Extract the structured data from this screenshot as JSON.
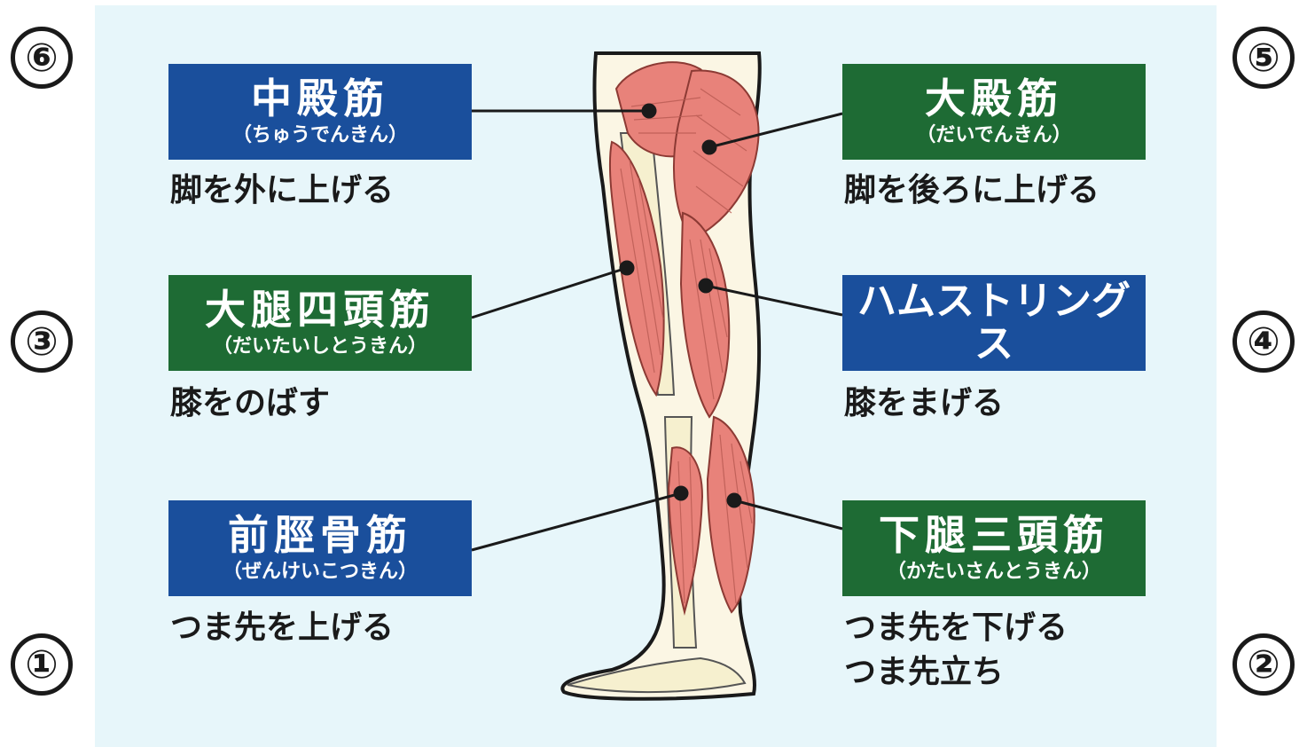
{
  "colors": {
    "blue": "#1a4f9c",
    "green": "#1e6b34",
    "panel": "#e7f6fa",
    "muscle": "#e8827a",
    "bone": "#f6f0cf"
  },
  "numbers": [
    "⑥",
    "⑤",
    "③",
    "④",
    "①",
    "②"
  ],
  "muscles": [
    {
      "name": "中殿筋",
      "reading": "（ちゅうでんきん）",
      "function": "脚を外に上げる",
      "color": "blue"
    },
    {
      "name": "大殿筋",
      "reading": "（だいでんきん）",
      "function": "脚を後ろに上げる",
      "color": "green"
    },
    {
      "name": "大腿四頭筋",
      "reading": "（だいたいしとうきん）",
      "function": "膝をのばす",
      "color": "green"
    },
    {
      "name": "ハムストリングス",
      "reading": "",
      "function": "膝をまげる",
      "color": "blue"
    },
    {
      "name": "前脛骨筋",
      "reading": "（ぜんけいこつきん）",
      "function": "つま先を上げる",
      "color": "blue"
    },
    {
      "name": "下腿三頭筋",
      "reading": "（かたいさんとうきん）",
      "function": "つま先を下げる",
      "function2": "つま先立ち",
      "color": "green"
    }
  ]
}
